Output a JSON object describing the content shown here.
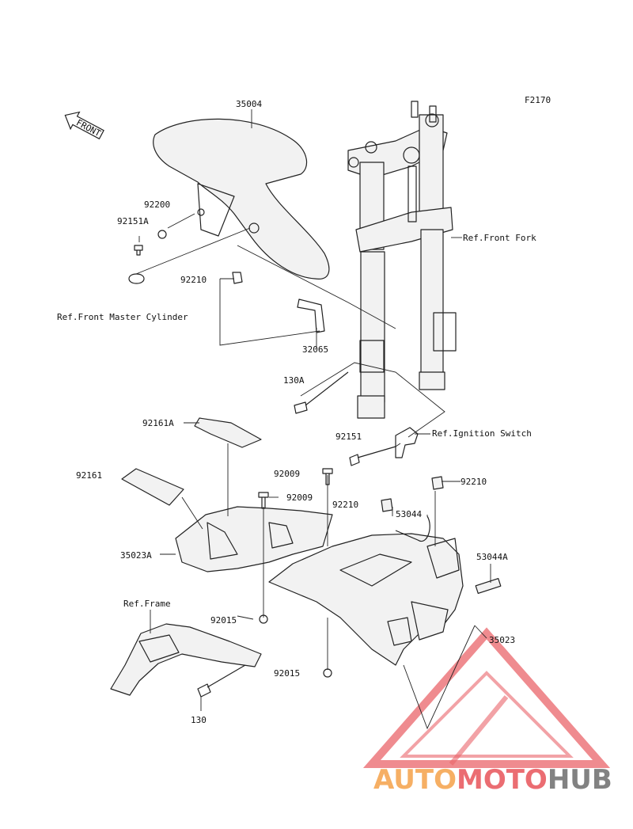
{
  "figure_code": "F2170",
  "front_arrow_text": "FRONT",
  "labels": {
    "p35004": "35004",
    "p92200": "92200",
    "p92151A": "92151A",
    "p92210a": "92210",
    "ref_master_cyl": "Ref.Front Master Cylinder",
    "ref_front_fork": "Ref.Front Fork",
    "p32065": "32065",
    "p130A": "130A",
    "p92161A": "92161A",
    "p92151": "92151",
    "ref_ignition": "Ref.Ignition Switch",
    "p92161": "92161",
    "p92009a": "92009",
    "p92009b": "92009",
    "p92210b": "92210",
    "p92210c": "92210",
    "p53044": "53044",
    "p35023A": "35023A",
    "p53044A": "53044A",
    "ref_frame": "Ref.Frame",
    "p92015a": "92015",
    "p35023": "35023",
    "p92015b": "92015",
    "p130": "130"
  },
  "watermark": {
    "part1": "AUTO",
    "part2": "MOTO",
    "part3": "HUB",
    "color_orange": "#f5a24a",
    "color_red": "#e8545a",
    "color_gray": "#6d6d6d"
  }
}
